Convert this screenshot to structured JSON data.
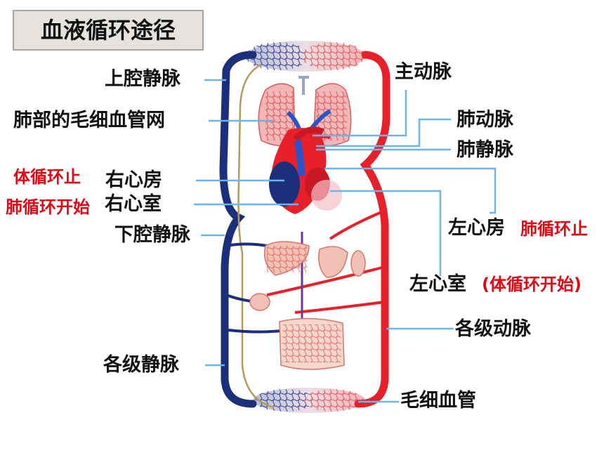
{
  "title": "血液循环途径",
  "labels": {
    "superior_vena_cava": "上腔静脉",
    "pulmonary_capillaries": "肺部的毛细血管网",
    "right_atrium": "右心房",
    "right_ventricle": "右心室",
    "inferior_vena_cava": "下腔静脉",
    "veins": "各级静脉",
    "aorta": "主动脉",
    "pulmonary_artery": "肺动脉",
    "pulmonary_vein": "肺静脉",
    "left_atrium": "左心房",
    "left_ventricle": "左心室",
    "arteries": "各级动脉",
    "capillaries": "毛细血管"
  },
  "notes": {
    "systemic_end": "体循环止",
    "pulmonary_start": "肺循环开始",
    "pulmonary_end": "肺循环止",
    "systemic_start": "(体循环开始)"
  },
  "colors": {
    "vein_blue": "#1c2f7a",
    "artery_red": "#e8202a",
    "leader_line": "#6cb4ea",
    "note_red": "#e30613"
  }
}
